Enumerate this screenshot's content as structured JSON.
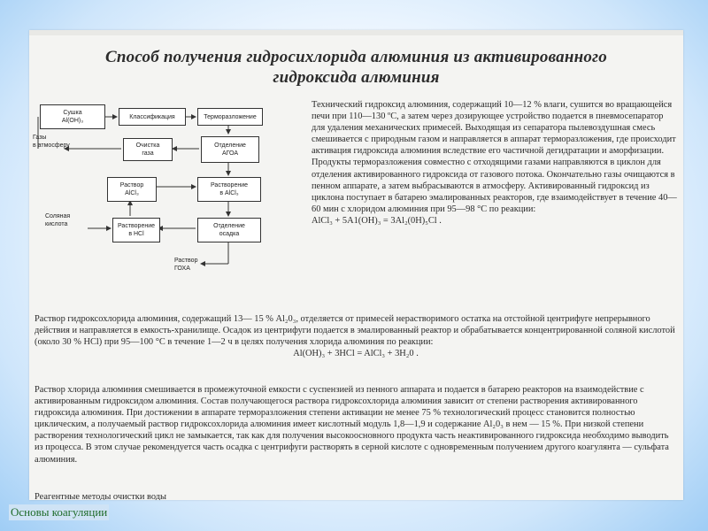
{
  "title": {
    "line1": "Способ получения гидросихлорида алюминия из активированного",
    "line2": "гидроксида алюминия"
  },
  "diagram": {
    "boxes": {
      "drying": [
        "Сушка",
        "Al(OH)₃"
      ],
      "classification": [
        "Классификация"
      ],
      "thermal_decomposition": [
        "Терморазложение"
      ],
      "gas_cleaning": [
        "Очистка",
        "газа"
      ],
      "separation_agoa": [
        "Отделение",
        "АГОА"
      ],
      "solution_alcl3": [
        "Раствор",
        "AlCl₃"
      ],
      "dissolving_alcl3": [
        "Растворение",
        "в AlCl₃"
      ],
      "dissolving_hcl": [
        "Растворение",
        "в HCl"
      ],
      "sediment_separation": [
        "Отделение",
        "осадка"
      ]
    },
    "labels": {
      "gases": [
        "Газы",
        "в атмосферу"
      ],
      "hydrochloric_acid": [
        "Соляная",
        "кислота"
      ],
      "gokha_solution": [
        "Раствор",
        "ГОХА"
      ]
    }
  },
  "text": {
    "right_paragraph": "Технический гидроксид алюминия, содержащий 10—12 % влаги, сушится во вращающейся печи при 110—130 ºС, а затем через дозирующее устройство подается в пневмосепаратор для удаления механических примесей. Выходящая из сепаратора пылевоздушная смесь смешивается с природным газом и направляется в аппарат терморазложения, где происходит активация гидроксида алюминия вследствие его частичной дегидратации и аморфизации. Продукты терморазложения совместно с отходящими газами направляются в циклон для отделения активированного гидроксида от газового потока. Окончательно газы очищаются в пенном аппарате, а затем выбрасываются в атмосферу. Активированный гидроксид из циклона поступает в батарею эмалированных реакторов, где взаимодействует в течение 40—60 мин с хлоридом алюминия при 95—98 °С по реакции:",
    "reaction1": "AlCl₃ + 5A1(OH)₃ = 3Al₂(0H)₅Cl .",
    "lower_paragraph1": "Раствор гидроксохлорида алюминия, содержащий 13— 15 % Al₂0₃, отделяется от примесей нерастворимого остатка на отстойной центрифуге непрерывного действия и направляется в емкость-хранилище. Осадок из центрифуги подается в эмалированный реактор и обрабатывается концентрированной соляной кислотой (около 30 % HCl) при 95—100 °С в течение 1—2 ч в целях получения хлорида алюминия по реакции:",
    "reaction2": "Al(OH)₃ + 3HCl = AlCl₃ + 3H₂0 .",
    "lower_paragraph2": "Раствор хлорида алюминия смешивается в промежуточной емкости с суспензией из пенного аппарата и подается в батарею реакторов на взаимодействие с активированным гидроксидом алюминия. Состав получающегося раствора гидроксохлорида алюминия зависит от степени растворения активированного гидроксида алюминия. При достижении в аппарате терморазложения степени активации не менее 75 % технологический процесс становится полностью циклическим, а получаемый раствор гидроксохлорида алюминия имеет кислотный модуль 1,8—1,9 и содержание Al₂0₃ в нем — 15 %. При низкой степени растворения технологический цикл не замыкается, так как для получения высокоосновного продукта часть неактивированного гидроксида необходимо выводить из процесса. В этом случае рекомендуется часть осадка с центрифуги растворять в серной кислоте с одновременным получением другого коагулянта — сульфата алюминия.",
    "cutoff_line": "Реагентные методы очистки воды"
  },
  "footer": {
    "label": "Основы коагуляции"
  },
  "colors": {
    "footer_text": "#1f6b2a",
    "background_edge": "#9fcdf5",
    "card": "#f4f4f2"
  }
}
